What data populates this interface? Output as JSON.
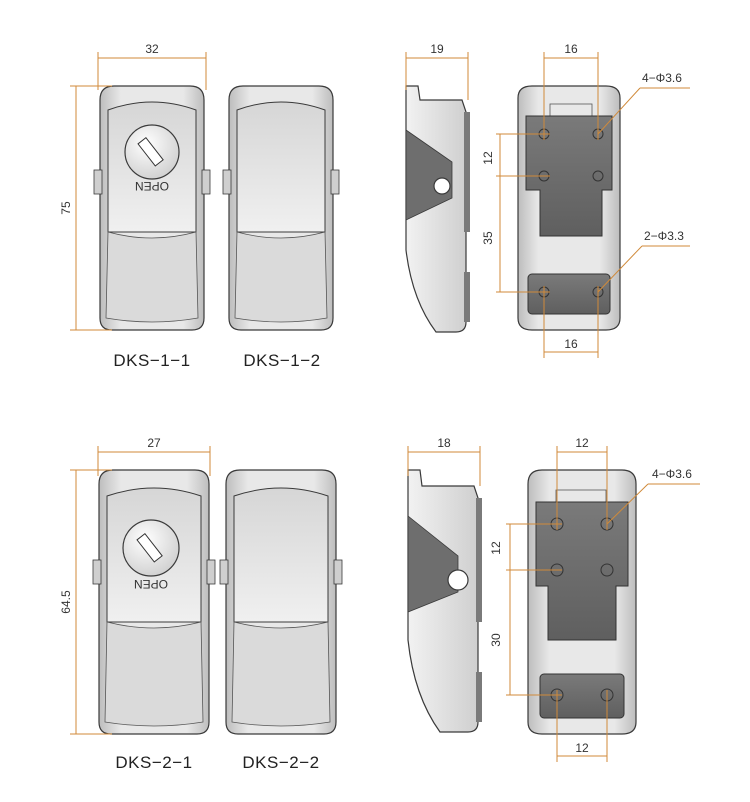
{
  "colors": {
    "dimension_line": "#d08a3a",
    "outline": "#3a3a3a",
    "body_light": "#e4e4e4",
    "body_mid": "#cfcfcf",
    "plate_dark": "#6e6e6e"
  },
  "row1": {
    "width_dim": "32",
    "height_dim": "75",
    "side_depth_dim": "19",
    "back_hole_spacing_top": "16",
    "back_hole_spacing_bottom": "16",
    "back_vertical_12": "12",
    "back_vertical_35": "35",
    "hole_callout_1": "4−Φ3.6",
    "hole_callout_2": "2−Φ3.3",
    "label_left": "DKS−1−1",
    "label_right": "DKS−1−2",
    "lock_text": "OPEN"
  },
  "row2": {
    "width_dim": "27",
    "height_dim": "64.5",
    "side_depth_dim": "18",
    "back_hole_spacing_top": "12",
    "back_hole_spacing_bottom": "12",
    "back_vertical_12": "12",
    "back_vertical_30": "30",
    "hole_callout_1": "4−Φ3.6",
    "label_left": "DKS−2−1",
    "label_right": "DKS−2−2",
    "lock_text": "OPEN"
  }
}
